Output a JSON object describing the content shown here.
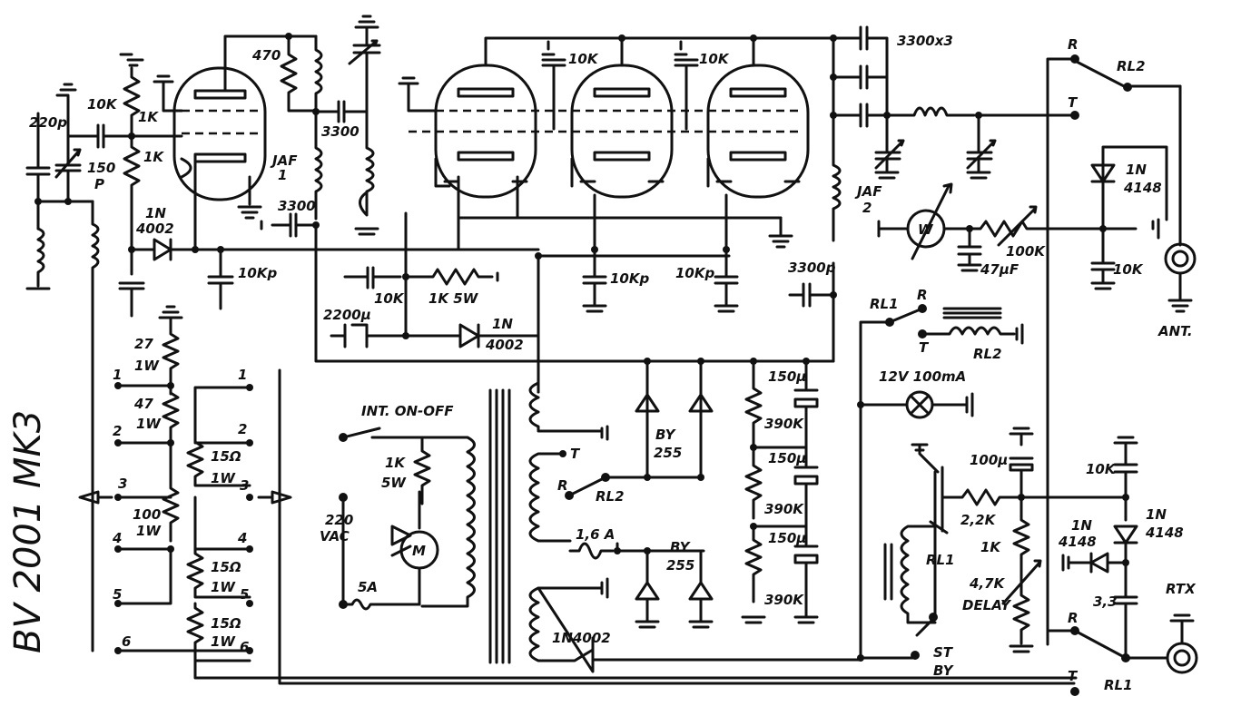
{
  "title": "BV 2001 MK3",
  "labels": {
    "c220": "220p",
    "r10k_in": "10K",
    "r1k_a": "1K",
    "r1k_b": "1K",
    "c150": "150",
    "c150_p": "P",
    "r470": "470",
    "c3300_a": "3300",
    "jaf1": "JAF",
    "jaf1_n": "1",
    "c3300_b": "3300",
    "d1n4002_a1": "1N",
    "d1n4002_a2": "4002",
    "c10kp_a": "10Kp",
    "c10k_t1": "10K",
    "c10k_t2": "10K",
    "c3300x3": "3300x3",
    "c10k_b": "10K",
    "r1k5w": "1K 5W",
    "c2200": "2200μ",
    "d1n4002_b1": "1N",
    "d1n4002_b2": "4002",
    "c10kp_b": "10Kp",
    "c10kp_c": "10Kp",
    "jaf2": "JAF",
    "jaf2_n": "2",
    "c3300p": "3300p",
    "meter": "W",
    "r100k": "100K",
    "c47uf": "47μF",
    "d1n4148_a1": "1N",
    "d1n4148_a2": "4148",
    "c10k_ant": "10K",
    "ant": "ANT.",
    "rl2_top": "RL2",
    "r_top": "R",
    "t_top": "T",
    "rl1_mid": "RL1",
    "r_mid": "R",
    "t_mid": "T",
    "rl2_coil": "RL2",
    "lamp": "12V 100mA",
    "r27": "27",
    "w27": "1W",
    "r47": "47",
    "w47": "1W",
    "r100": "100",
    "w100": "1W",
    "r15a": "15Ω",
    "w15a": "1W",
    "r15b": "15Ω",
    "w15b": "1W",
    "r15c": "15Ω",
    "w15c": "1W",
    "sw_left": [
      "1",
      "2",
      "3",
      "4",
      "5",
      "6"
    ],
    "sw_right": [
      "1",
      "2",
      "3",
      "4",
      "5",
      "6"
    ],
    "int": "INT. ON-OFF",
    "r1k5w_b1": "1K",
    "r1k5w_b2": "5W",
    "vac1": "220",
    "vac2": "VAC",
    "motor": "M",
    "fuse_5a": "5A",
    "t_sec": "T",
    "r_sec": "R",
    "rl2_sec": "RL2",
    "fuse_16a": "1,6 A",
    "by255_a1": "BY",
    "by255_a2": "255",
    "by255_b1": "BY",
    "by255_b2": "255",
    "d1n4002_c": "1N4002",
    "c150u_a": "150μ",
    "c150u_b": "150μ",
    "c150u_c": "150μ",
    "r390_a": "390K",
    "r390_b": "390K",
    "r390_c": "390K",
    "c100u": "100μ",
    "r2k2": "2,2K",
    "r1k_d": "1K",
    "r4k7": "4,7K",
    "delay": "DELAY",
    "rl1_coil": "RL1",
    "stby1": "ST",
    "stby2": "BY",
    "c10k_rtx": "10K",
    "d1n4148_b1": "1N",
    "d1n4148_b2": "4148",
    "d1n4148_c1": "1N",
    "d1n4148_c2": "4148",
    "c3_3": "3,3",
    "rtx": "RTX",
    "r_bot": "R",
    "t_bot": "T",
    "rl1_bot": "RL1"
  }
}
